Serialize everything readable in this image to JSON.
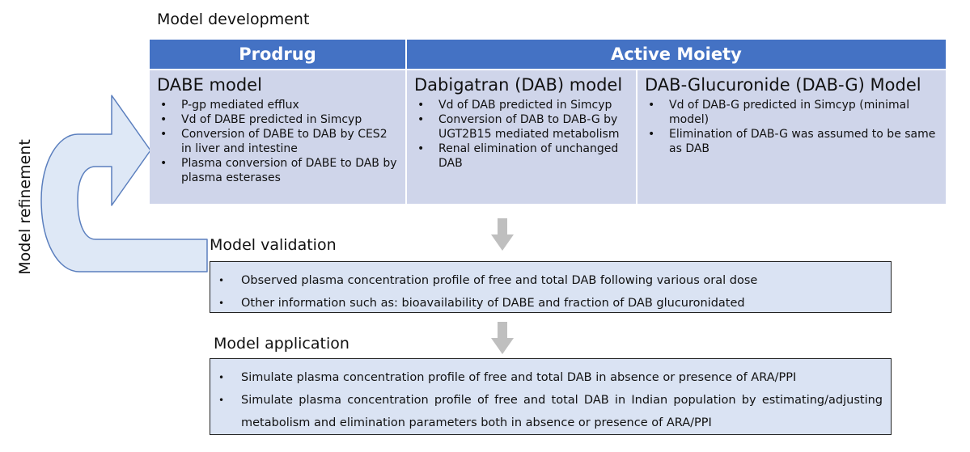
{
  "titles": {
    "development": "Model development",
    "validation": "Model validation",
    "application": "Model application",
    "refinement": "Model refinement"
  },
  "headers": {
    "prodrug": "Prodrug",
    "active_moiety": "Active Moiety"
  },
  "panels": [
    {
      "title": "DABE model",
      "bullets": [
        "P-gp mediated efflux",
        "Vd of DABE predicted in Simcyp",
        "Conversion of DABE to DAB by CES2 in liver and intestine",
        "Plasma conversion of DABE to DAB by plasma esterases"
      ]
    },
    {
      "title": "Dabigatran (DAB) model",
      "bullets": [
        "Vd of DAB predicted in Simcyp",
        "Conversion of DAB to DAB-G by UGT2B15 mediated metabolism",
        "Renal elimination of unchanged DAB"
      ]
    },
    {
      "title": "DAB-Glucuronide (DAB-G) Model",
      "bullets": [
        "Vd of DAB-G predicted in Simcyp (minimal model)",
        "Elimination of DAB-G was assumed to be same as DAB"
      ]
    }
  ],
  "validation": [
    "Observed plasma concentration profile of free and total DAB following various oral dose",
    "Other information such as: bioavailability of DABE and fraction of DAB glucuronidated"
  ],
  "application": [
    "Simulate plasma concentration profile of free and total DAB in absence or presence of ARA/PPI",
    "Simulate plasma concentration profile of free and total DAB in Indian population by estimating/adjusting metabolism and elimination parameters both in absence or presence of ARA/PPI"
  ],
  "colors": {
    "header": "#4472c4",
    "panel": "#cfd5ea",
    "box": "#dae3f3",
    "arrow_down": "#bfbfbf",
    "refinement_arrow_fill": "#dee8f6",
    "refinement_arrow_stroke": "#5b7fbe"
  }
}
